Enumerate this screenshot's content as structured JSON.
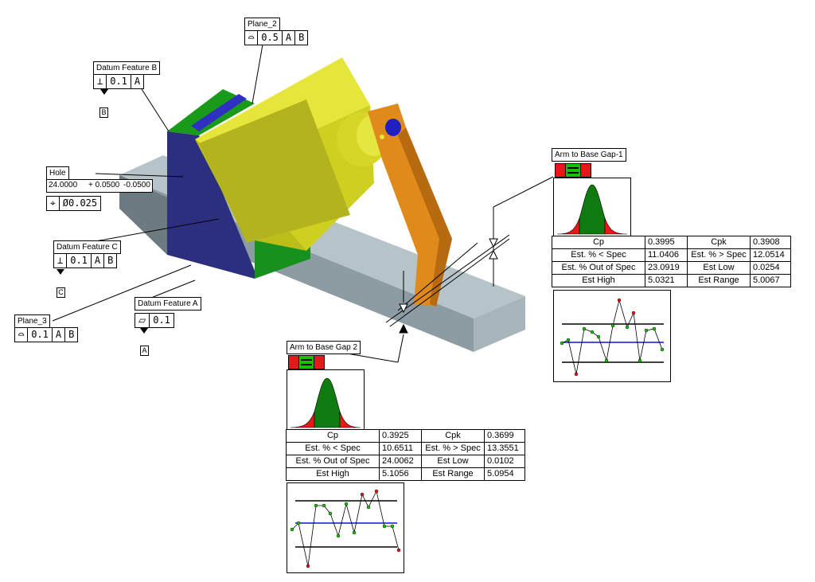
{
  "annotations": {
    "plane2": {
      "title": "Plane_2",
      "frame": [
        "⌓",
        "0.5",
        "A",
        "B"
      ]
    },
    "datum_b": {
      "title": "Datum Feature B",
      "frame": [
        "⊥",
        "0.1",
        "A"
      ],
      "datum": "B"
    },
    "hole": {
      "title": "Hole",
      "nominal": "24.0000",
      "plus": "+ 0.0500",
      "minus": "-0.0500",
      "frame": [
        "⌖",
        "Ø0.025"
      ]
    },
    "datum_c": {
      "title": "Datum Feature C",
      "frame": [
        "⊥",
        "0.1",
        "A",
        "B"
      ],
      "datum": "C"
    },
    "plane3": {
      "title": "Plane_3",
      "frame": [
        "⌓",
        "0.1",
        "A",
        "B"
      ]
    },
    "datum_a": {
      "title": "Datum Feature A",
      "frame": [
        "⏥",
        "0.1"
      ],
      "datum": "A"
    }
  },
  "gap1": {
    "title": "Arm to Base Gap-1",
    "stats": {
      "cp_label": "Cp",
      "cp": "0.3995",
      "cpk_label": "Cpk",
      "cpk": "0.3908",
      "below_label": "Est. % < Spec",
      "below": "11.0406",
      "above_label": "Est. % > Spec",
      "above": "12.0514",
      "out_label": "Est. % Out of Spec",
      "out": "23.0919",
      "low_label": "Est Low",
      "low": "0.0254",
      "high_label": "Est High",
      "high": "5.0321",
      "range_label": "Est Range",
      "range": "5.0067"
    }
  },
  "gap2": {
    "title": "Arm to Base Gap 2",
    "stats": {
      "cp_label": "Cp",
      "cp": "0.3925",
      "cpk_label": "Cpk",
      "cpk": "0.3699",
      "below_label": "Est. % < Spec",
      "below": "10.6511",
      "above_label": "Est. % > Spec",
      "above": "13.3551",
      "out_label": "Est. % Out of Spec",
      "out": "24.0062",
      "low_label": "Est Low",
      "low": "0.0102",
      "high_label": "Est High",
      "high": "5.1056",
      "range_label": "Est Range",
      "range": "5.0954"
    }
  },
  "colors": {
    "base": "#9fb0b8",
    "bracket": "#2c2c7a",
    "block": "#d8d824",
    "arm": "#e08a1c",
    "green": "#18a818",
    "pass": "#18c000",
    "fail": "#e81818",
    "center_line": "#1010e0"
  }
}
